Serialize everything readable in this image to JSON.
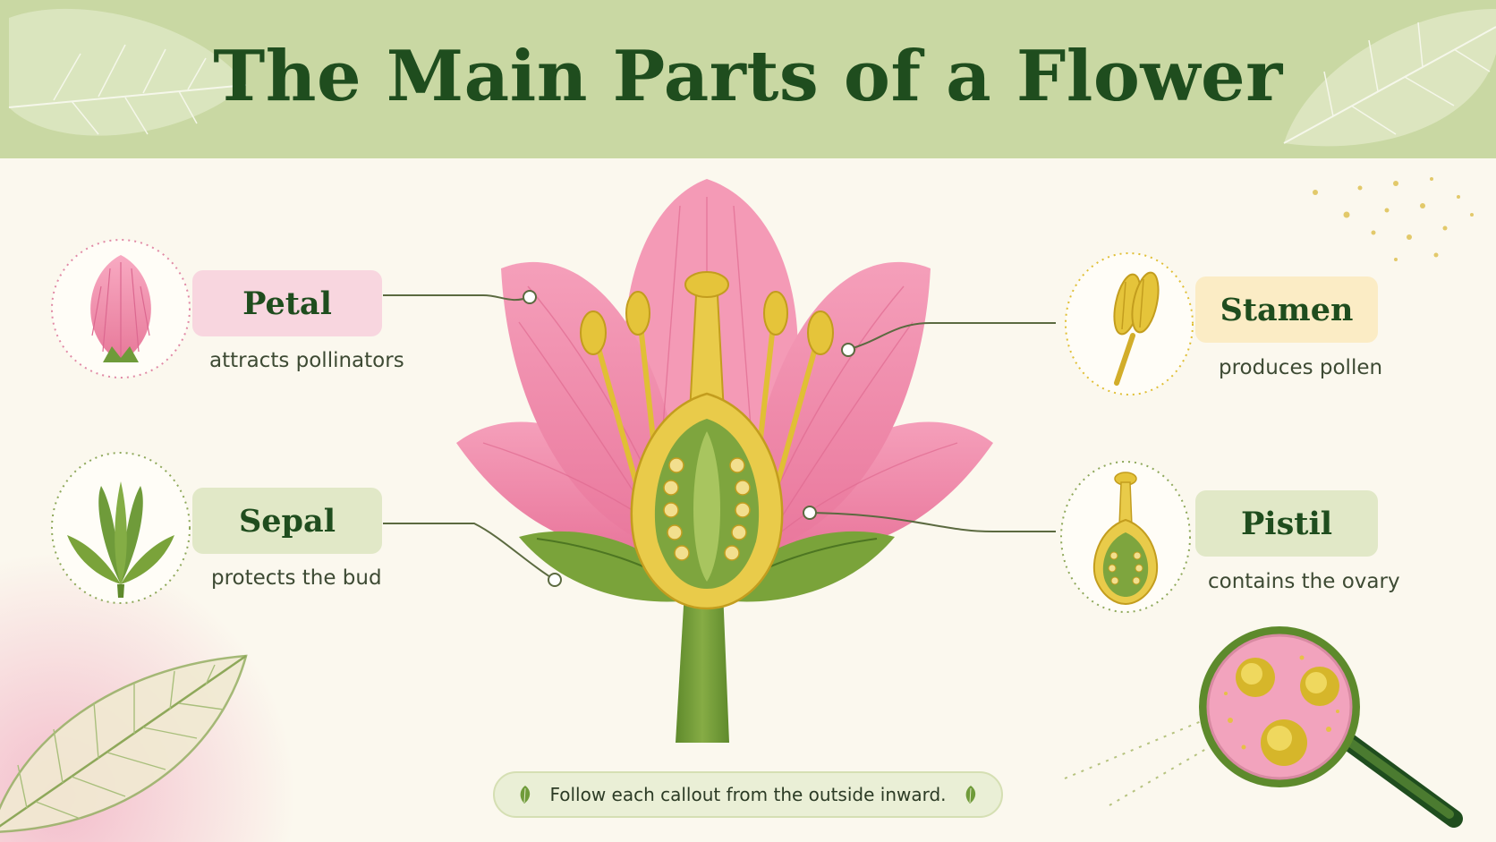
{
  "title": "The Main Parts of a Flower",
  "callouts": {
    "petal": {
      "label": "Petal",
      "description": "attracts pollinators"
    },
    "sepal": {
      "label": "Sepal",
      "description": "protects the bud"
    },
    "stamen": {
      "label": "Stamen",
      "description": "produces pollen"
    },
    "pistil": {
      "label": "Pistil",
      "description": "contains the ovary"
    }
  },
  "footer": {
    "text": "Follow each callout from the outside inward."
  },
  "colors": {
    "banner": "#c9d8a3",
    "title": "#1f4d1e",
    "petal_pink": "#ef8fae",
    "pollen_yellow": "#e5c43a",
    "leaf_green": "#6f9b3a"
  }
}
